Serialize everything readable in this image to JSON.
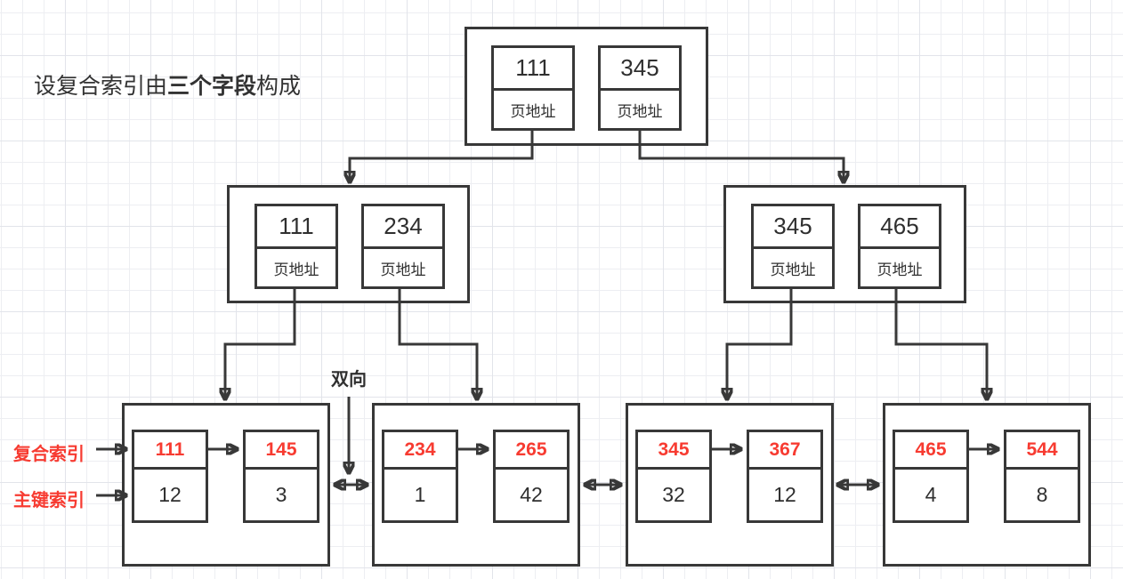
{
  "colors": {
    "line": "#383838",
    "text": "#333333",
    "red": "#f73b31",
    "grid-minor": "#edeef2",
    "grid-major": "#e2e4ea",
    "node-bg": "#ffffff"
  },
  "title": {
    "prefix": "设复合索引由",
    "bold": "三个字段",
    "suffix": "构成"
  },
  "labels": {
    "page_address": "页地址",
    "bidirectional": "双向",
    "composite_index": "复合索引",
    "primary_key_index": "主键索引"
  },
  "tree": {
    "root": {
      "keys": [
        "111",
        "345"
      ]
    },
    "internal_left": {
      "keys": [
        "111",
        "234"
      ]
    },
    "internal_right": {
      "keys": [
        "345",
        "465"
      ]
    },
    "leaves": [
      {
        "cells": [
          {
            "key": "111",
            "pk": "12"
          },
          {
            "key": "145",
            "pk": "3"
          }
        ]
      },
      {
        "cells": [
          {
            "key": "234",
            "pk": "1"
          },
          {
            "key": "265",
            "pk": "42"
          }
        ]
      },
      {
        "cells": [
          {
            "key": "345",
            "pk": "32"
          },
          {
            "key": "367",
            "pk": "12"
          }
        ]
      },
      {
        "cells": [
          {
            "key": "465",
            "pk": "4"
          },
          {
            "key": "544",
            "pk": "8"
          }
        ]
      }
    ]
  }
}
